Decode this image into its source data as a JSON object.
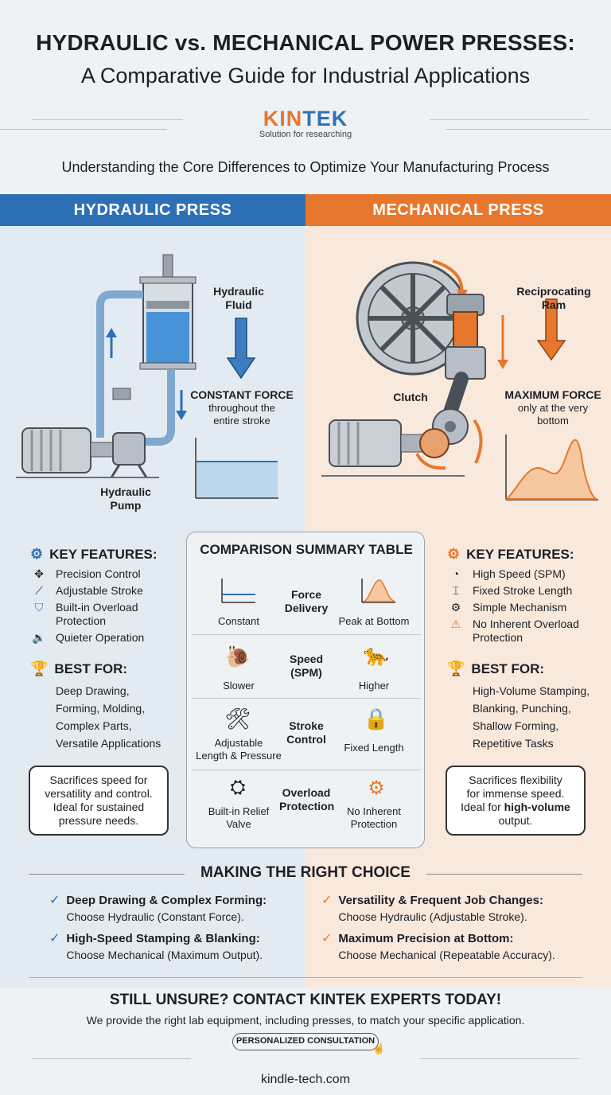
{
  "header": {
    "title_line1": "HYDRAULIC vs. MECHANICAL POWER PRESSES:",
    "title_line2": "A Comparative Guide for Industrial Applications",
    "logo_brand_prefix": "KIN",
    "logo_brand_suffix": "TEK",
    "logo_tagline": "Solution for researching",
    "subtitle": "Understanding the Core Differences to Optimize Your Manufacturing Process"
  },
  "colors": {
    "hydraulic": "#2e70b5",
    "mechanical": "#e8772e"
  },
  "hydraulic": {
    "band_label": "HYDRAULIC PRESS",
    "label_fluid": "Hydraulic\nFluid",
    "label_pump": "Hydraulic\nPump",
    "force_title": "CONSTANT FORCE",
    "force_sub": "throughout the\nentire stroke",
    "features_title": "KEY FEATURES:",
    "features": [
      {
        "icon": "crosshair-arrows-icon",
        "text": "Precision Control"
      },
      {
        "icon": "ruler-icon",
        "text": "Adjustable Stroke"
      },
      {
        "icon": "shield-check-icon",
        "text": "Built-in Overload\nProtection"
      },
      {
        "icon": "speaker-icon",
        "text": "Quieter Operation"
      }
    ],
    "best_title": "BEST FOR:",
    "best_for": [
      "Deep Drawing,",
      "Forming, Molding,",
      "Complex Parts,",
      "Versatile Applications"
    ],
    "bubble": "Sacrifices speed for\nversatility and control.\nIdeal for sustained\npressure needs."
  },
  "mechanical": {
    "band_label": "MECHANICAL PRESS",
    "label_ram": "Reciprocating\nRam",
    "label_clutch": "Clutch",
    "force_title": "MAXIMUM FORCE",
    "force_sub": "only at the very\nbottom",
    "features_title": "KEY FEATURES:",
    "features": [
      {
        "icon": "speedometer-icon",
        "text": "High Speed (SPM)"
      },
      {
        "icon": "fixed-length-icon",
        "text": "Fixed Stroke Length"
      },
      {
        "icon": "gear-icon",
        "text": "Simple Mechanism"
      },
      {
        "icon": "warning-icon",
        "text": "No Inherent Overload\nProtection"
      }
    ],
    "best_title": "BEST FOR:",
    "best_for": [
      "High-Volume Stamping,",
      "Blanking, Punching,",
      "Shallow Forming,",
      "Repetitive Tasks"
    ],
    "bubble_prefix": "Sacrifices flexibility\nfor immense speed.\nIdeal for ",
    "bubble_bold": "high-volume",
    "bubble_suffix": "\noutput."
  },
  "comparison": {
    "title": "COMPARISON SUMMARY TABLE",
    "rows": [
      {
        "left": "Constant",
        "mid": "Force\nDelivery",
        "right": "Peak at Bottom"
      },
      {
        "left": "Slower",
        "mid": "Speed\n(SPM)",
        "right": "Higher"
      },
      {
        "left": "Adjustable\nLength & Pressure",
        "mid": "Stroke\nControl",
        "right": "Fixed Length"
      },
      {
        "left": "Built-in Relief\nValve",
        "mid": "Overload\nProtection",
        "right": "No Inherent\nProtection"
      }
    ]
  },
  "choice": {
    "title": "MAKING THE RIGHT CHOICE",
    "items": [
      {
        "heading": "Deep Drawing & Complex Forming:",
        "text": "Choose Hydraulic (Constant Force)."
      },
      {
        "heading": "High-Speed Stamping & Blanking:",
        "text": "Choose Mechanical (Maximum Output)."
      },
      {
        "heading": "Versatility & Frequent Job Changes:",
        "text": "Choose Hydraulic (Adjustable Stroke)."
      },
      {
        "heading": "Maximum Precision at Bottom:",
        "text": "Choose Mechanical (Repeatable Accuracy)."
      }
    ]
  },
  "cta": {
    "title": "STILL UNSURE? CONTACT KINTEK EXPERTS TODAY!",
    "text": "We provide the right lab equipment, including presses, to match your specific application.",
    "button": "PERSONALIZED CONSULTATION",
    "url": "kindle-tech.com"
  }
}
